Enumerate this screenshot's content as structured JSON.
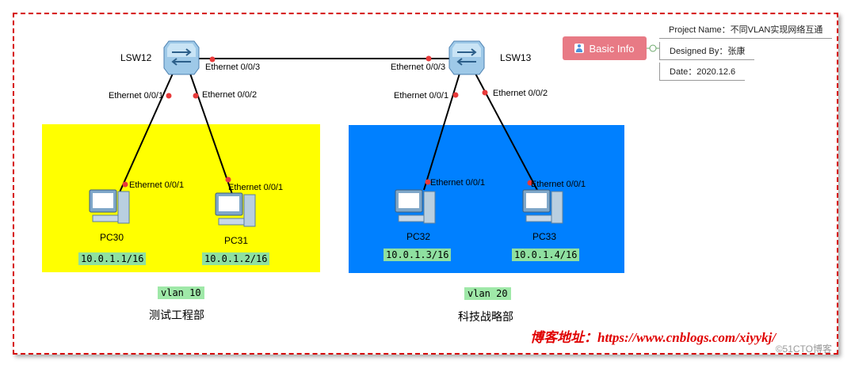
{
  "switches": [
    {
      "name": "LSW12"
    },
    {
      "name": "LSW13"
    }
  ],
  "trunk": {
    "left_port": "Ethernet 0/0/3",
    "right_port": "Ethernet 0/0/3"
  },
  "uplinks": {
    "lsw12_a": "Ethernet 0/0/1",
    "lsw12_b": "Ethernet 0/0/2",
    "lsw13_a": "Ethernet 0/0/1",
    "lsw13_b": "Ethernet 0/0/2"
  },
  "pcs": [
    {
      "name": "PC30",
      "port": "Ethernet 0/0/1",
      "ip": "10.0.1.1/16"
    },
    {
      "name": "PC31",
      "port": "Ethernet 0/0/1",
      "ip": "10.0.1.2/16"
    },
    {
      "name": "PC32",
      "port": "Ethernet 0/0/1",
      "ip": "10.0.1.3/16"
    },
    {
      "name": "PC33",
      "port": "Ethernet 0/0/1",
      "ip": "10.0.1.4/16"
    }
  ],
  "vlans": [
    {
      "label": "vlan 10",
      "dept": "测试工程部",
      "color": "#ffff00"
    },
    {
      "label": "vlan 20",
      "dept": "科技战略部",
      "color": "#0080ff"
    }
  ],
  "info": {
    "button_label": "Basic Info",
    "project": "Project Name：不同VLAN实现网络互通",
    "designer": "Designed By：张康",
    "date": "Date：2020.12.6"
  },
  "watermark": "博客地址：https://www.cnblogs.com/xiyykj/",
  "corner_mark": "©51CTO博客",
  "colors": {
    "link_dot": "#e83a3a",
    "frame": "#d60000",
    "button": "#e87a85"
  }
}
